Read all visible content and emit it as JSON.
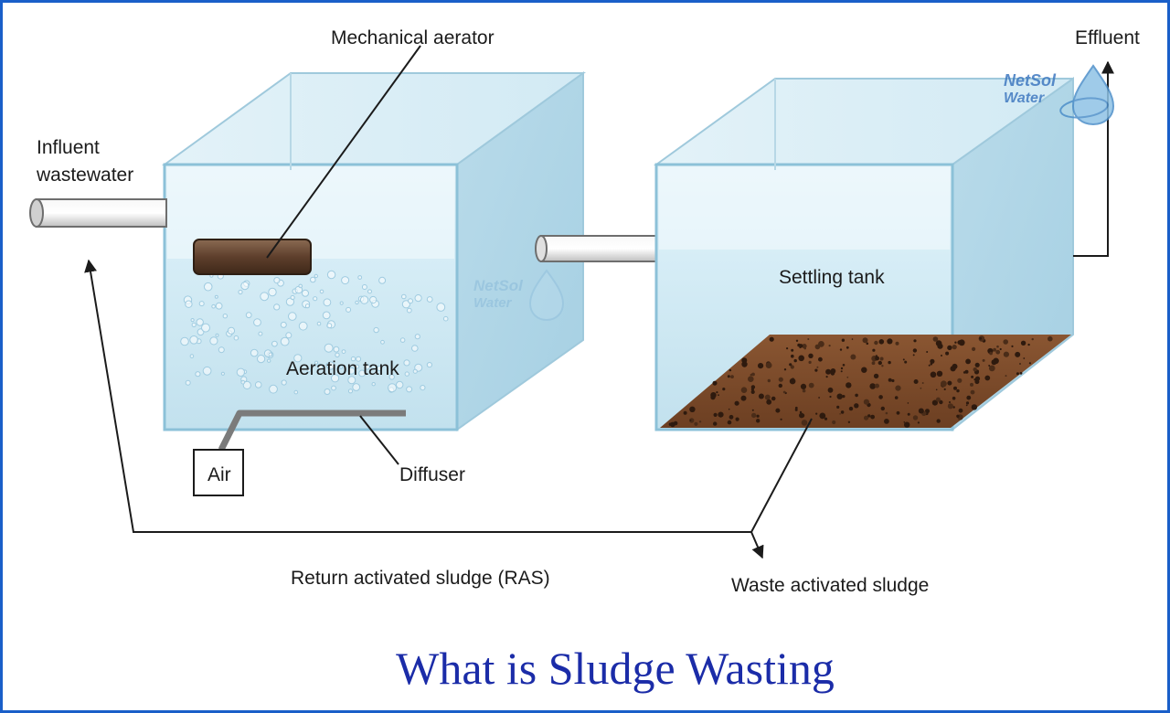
{
  "labels": {
    "mechanical_aerator": "Mechanical aerator",
    "influent_line1": "Influent",
    "influent_line2": "wastewater",
    "aeration_tank": "Aeration tank",
    "settling_tank": "Settling tank",
    "air": "Air",
    "diffuser": "Diffuser",
    "effluent": "Effluent",
    "ras": "Return activated sludge (RAS)",
    "was": "Waste activated sludge"
  },
  "title": "What is Sludge Wasting",
  "watermark": {
    "line1": "NetSol",
    "line2": "Water"
  },
  "colors": {
    "frame": "#1a5fc9",
    "title": "#1b2ca8",
    "water": "#cfe8f3",
    "tank_edge": "#8cc1d8",
    "sludge": "#7a4a2a",
    "aerator": "#6a4a35"
  }
}
